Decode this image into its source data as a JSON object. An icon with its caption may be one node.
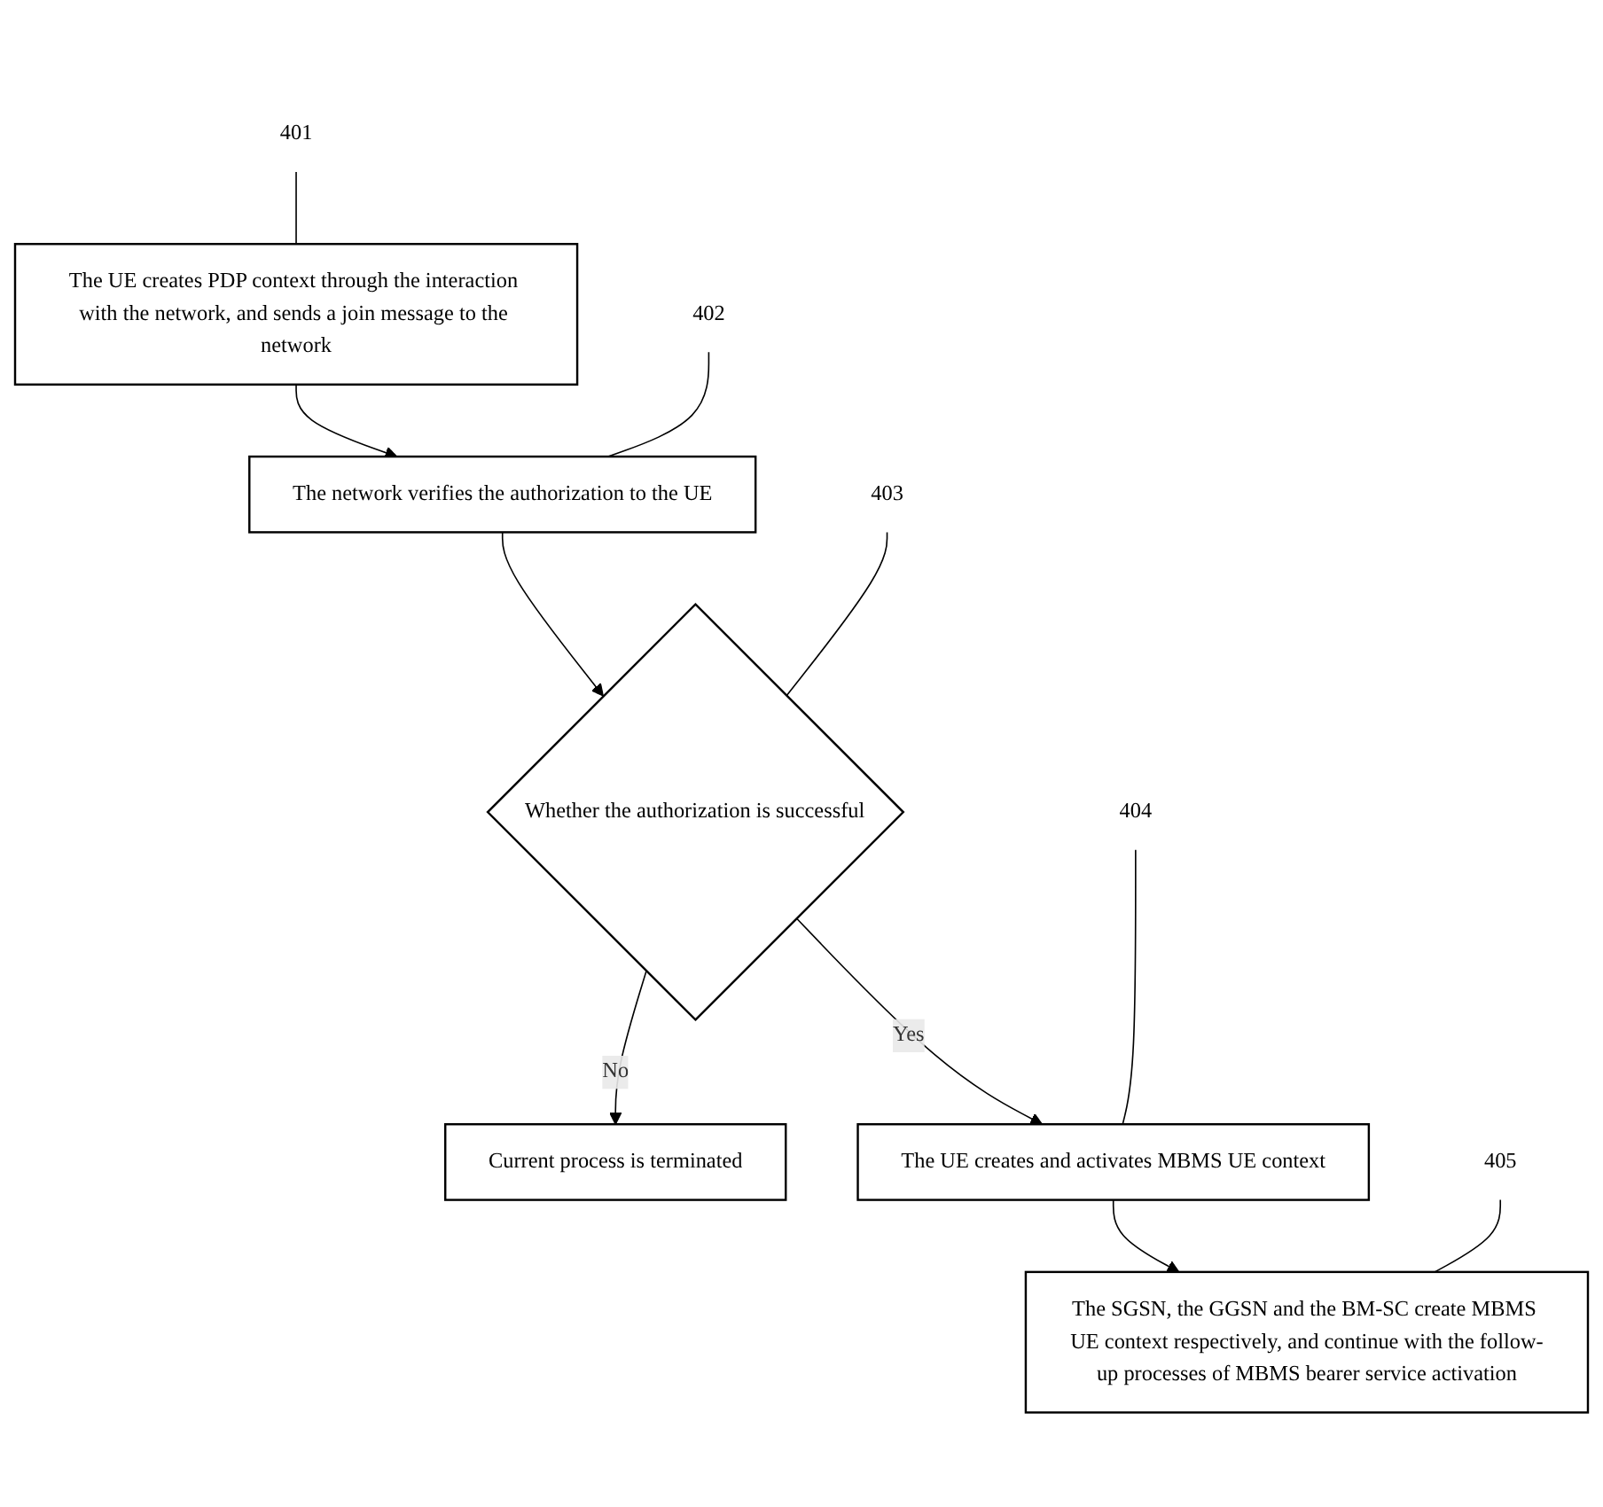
{
  "diagram": {
    "nodes": [
      {
        "text": [
          "401"
        ]
      },
      {
        "text": [
          "The UE creates PDP context through the interaction with the network, and sends a join message to the network"
        ]
      },
      {
        "text": [
          "402"
        ]
      },
      {
        "text": [
          "The network verifies the authorization to the UE"
        ]
      },
      {
        "text": [
          "Whether the authorization is successful"
        ]
      },
      {
        "text": [
          "403"
        ]
      },
      {
        "text": [
          "Current process is terminated"
        ]
      },
      {
        "text": [
          "404"
        ]
      },
      {
        "text": [
          "The UE creates and activates MBMS UE context"
        ]
      },
      {
        "text": [
          "405"
        ]
      },
      {
        "text": [
          "The SGSN, the GGSN and the BM-SC create MBMS UE context respectively, and continue with the follow-up processes of MBMS bearer service activation"
        ]
      }
    ],
    "edges": [
      {
        "from": 0,
        "to": 1,
        "arrow": "none"
      },
      {
        "from": 1,
        "to": 3,
        "arrow": "to"
      },
      {
        "from": 2,
        "to": 3,
        "arrow": "none"
      },
      {
        "from": 3,
        "to": 4,
        "arrow": "to"
      },
      {
        "from": 5,
        "to": 4,
        "arrow": "none"
      },
      {
        "from": 4,
        "to": 6,
        "arrow": "to",
        "label": "No"
      },
      {
        "from": 4,
        "to": 8,
        "arrow": "to",
        "label": "Yes"
      },
      {
        "from": 7,
        "to": 8,
        "arrow": "none"
      },
      {
        "from": 8,
        "to": 10,
        "arrow": "to"
      },
      {
        "from": 9,
        "to": 10,
        "arrow": "none"
      }
    ]
  }
}
